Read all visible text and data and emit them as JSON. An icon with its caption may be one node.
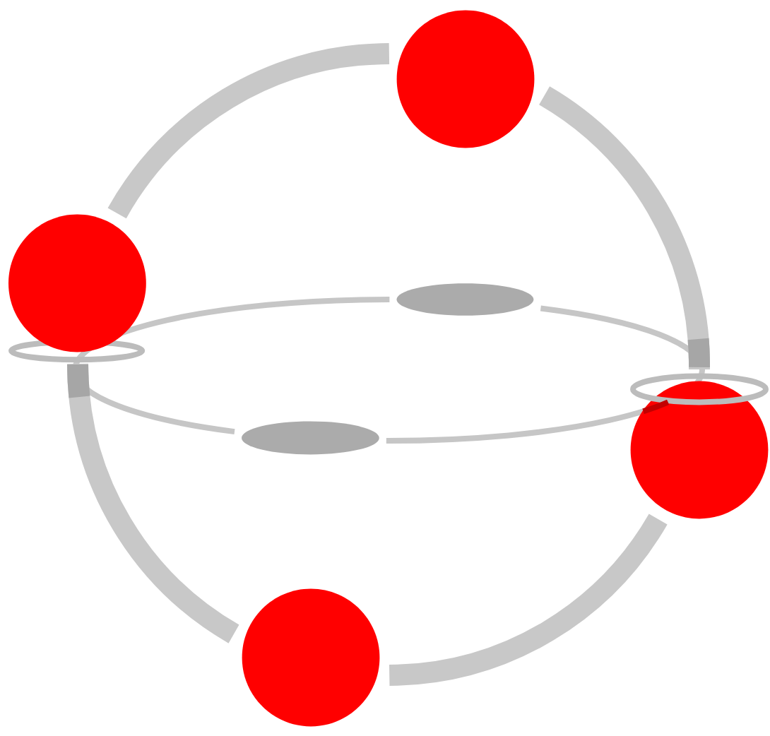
{
  "diagram": {
    "nodes": [
      {
        "text": [],
        "shape": "circle"
      },
      {
        "text": [],
        "shape": "circle"
      },
      {
        "text": [],
        "shape": "circle"
      },
      {
        "text": [],
        "shape": "circle"
      }
    ],
    "edges": [
      {
        "from": 1,
        "to": 0,
        "arrow": "none"
      },
      {
        "from": 0,
        "to": 2,
        "arrow": "none"
      },
      {
        "from": 2,
        "to": 3,
        "arrow": "none"
      },
      {
        "from": 3,
        "to": 1,
        "arrow": "none"
      }
    ]
  }
}
